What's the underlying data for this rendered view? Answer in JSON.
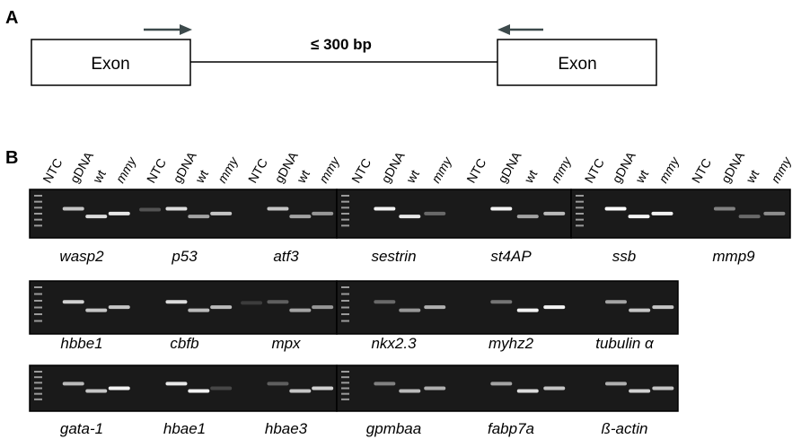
{
  "panel_a": {
    "letter": "A",
    "exon_left": "Exon",
    "exon_right": "Exon",
    "amplicon_label": "≤ 300 bp"
  },
  "panel_b": {
    "letter": "B",
    "lane_groups": [
      [
        "NTC",
        "gDNA",
        "wt",
        "mmy"
      ],
      [
        "NTC",
        "gDNA",
        "wt",
        "mmy"
      ],
      [
        "NTC",
        "gDNA",
        "wt",
        "mmy"
      ],
      [
        "NTC",
        "gDNA",
        "wt",
        "mmy"
      ],
      [
        "NTC",
        "gDNA",
        "wt",
        "mmy"
      ],
      [
        "NTC",
        "gDNA",
        "wt",
        "mmy"
      ],
      [
        "NTC",
        "gDNA",
        "wt",
        "mmy"
      ]
    ],
    "rows": [
      {
        "genes": [
          {
            "name": "wasp2",
            "bands": [
              0,
              0.75,
              0.85,
              0.9
            ]
          },
          {
            "name": "p53",
            "bands": [
              0.25,
              0.85,
              0.6,
              0.75
            ]
          },
          {
            "name": "atf3",
            "bands": [
              0,
              0.75,
              0.6,
              0.55
            ]
          },
          {
            "name": "sestrin",
            "bands": [
              0,
              0.95,
              0.9,
              0.35
            ]
          },
          {
            "name": "st4AP",
            "bands": [
              0,
              0.95,
              0.6,
              0.7
            ]
          },
          {
            "name": "ssb",
            "bands": [
              0,
              1.0,
              0.95,
              0.95
            ]
          },
          {
            "name": "mmp9",
            "bands": [
              0,
              0.45,
              0.35,
              0.5
            ]
          }
        ]
      },
      {
        "genes": [
          {
            "name": "hbbe1",
            "bands": [
              0,
              0.8,
              0.75,
              0.75
            ]
          },
          {
            "name": "cbfb",
            "bands": [
              0,
              0.85,
              0.7,
              0.7
            ]
          },
          {
            "name": "mpx",
            "bands": [
              0.15,
              0.3,
              0.6,
              0.55
            ]
          },
          {
            "name": "nkx2.3",
            "bands": [
              0,
              0.35,
              0.55,
              0.65
            ]
          },
          {
            "name": "myhz2",
            "bands": [
              0,
              0.4,
              0.95,
              0.95
            ]
          },
          {
            "name": "tubulin α",
            "bands": [
              0,
              0.6,
              0.75,
              0.75
            ]
          }
        ]
      },
      {
        "genes": [
          {
            "name": "gata-1",
            "bands": [
              0,
              0.7,
              0.75,
              0.95
            ]
          },
          {
            "name": "hbae1",
            "bands": [
              0,
              0.9,
              0.95,
              0.2
            ]
          },
          {
            "name": "hbae3",
            "bands": [
              0,
              0.3,
              0.75,
              0.8
            ]
          },
          {
            "name": "gpmbaa",
            "bands": [
              0,
              0.45,
              0.7,
              0.65
            ]
          },
          {
            "name": "fabp7a",
            "bands": [
              0,
              0.6,
              0.85,
              0.75
            ]
          },
          {
            "name": "ß-actin",
            "bands": [
              0,
              0.65,
              0.8,
              0.75
            ]
          }
        ]
      }
    ]
  },
  "colors": {
    "arrow": "#3d4a4c",
    "gel": "#1a1a1a",
    "band": "#ffffff",
    "frame": "#000000"
  }
}
